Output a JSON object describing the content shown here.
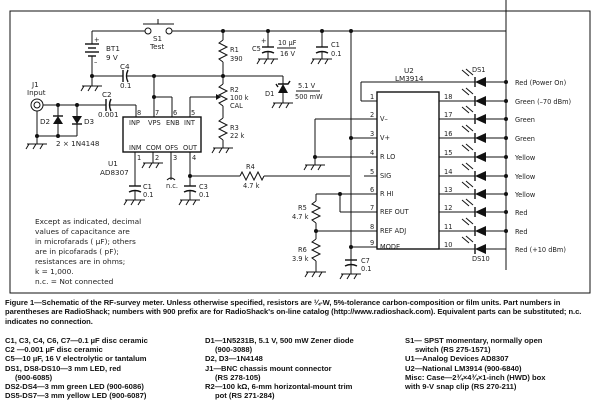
{
  "schematic": {
    "title": "RF-survey meter schematic",
    "components": {
      "J1": {
        "ref": "J1",
        "value": "Input"
      },
      "BT1": {
        "ref": "BT1",
        "value": "9 V"
      },
      "S1": {
        "ref": "S1",
        "value": "Test"
      },
      "R1": {
        "ref": "R1",
        "value": "390"
      },
      "R2": {
        "ref": "R2",
        "value": "100 k",
        "note": "CAL"
      },
      "R3": {
        "ref": "R3",
        "value": "22 k"
      },
      "R4": {
        "ref": "R4",
        "value": "4.7 k"
      },
      "R5": {
        "ref": "R5",
        "value": "4.7 k"
      },
      "R6": {
        "ref": "R6",
        "value": "3.9 k"
      },
      "C1a": {
        "ref": "C1",
        "value": "0.1"
      },
      "C1b": {
        "ref": "C1",
        "value": "0.1"
      },
      "C2": {
        "ref": "C2",
        "value": "0.001"
      },
      "C3": {
        "ref": "C3",
        "value": "0.1"
      },
      "C4": {
        "ref": "C4",
        "value": "0.1"
      },
      "C5": {
        "ref": "C5",
        "value": "10 µF",
        "rating": "16 V"
      },
      "C7": {
        "ref": "C7",
        "value": "0.1"
      },
      "D1": {
        "ref": "D1",
        "value": "5.1 V",
        "rating": "500 mW"
      },
      "D2": {
        "ref": "D2"
      },
      "D3": {
        "ref": "D3"
      },
      "D23": {
        "value": "2 × 1N4148"
      },
      "U1": {
        "ref": "U1",
        "part": "AD8307",
        "pins_top": [
          {
            "num": "8",
            "name": "INP"
          },
          {
            "num": "7",
            "name": "VPS"
          },
          {
            "num": "6",
            "name": "ENB"
          },
          {
            "num": "5",
            "name": "INT"
          }
        ],
        "pins_bottom": [
          {
            "num": "1",
            "name": "INM"
          },
          {
            "num": "2",
            "name": "COM"
          },
          {
            "num": "3",
            "name": "OFS"
          },
          {
            "num": "4",
            "name": "OUT"
          }
        ],
        "nc": "n.c."
      },
      "U2": {
        "ref": "U2",
        "part": "LM3914",
        "pins_left": [
          {
            "num": "1",
            "name": ""
          },
          {
            "num": "2",
            "name": "V–"
          },
          {
            "num": "3",
            "name": "V+"
          },
          {
            "num": "4",
            "name": "R LO"
          },
          {
            "num": "5",
            "name": "SIG"
          },
          {
            "num": "6",
            "name": "R HI"
          },
          {
            "num": "7",
            "name": "REF OUT"
          },
          {
            "num": "8",
            "name": "REF ADJ"
          },
          {
            "num": "9",
            "name": "MODE"
          }
        ],
        "pins_right": [
          "18",
          "17",
          "16",
          "15",
          "14",
          "13",
          "12",
          "11",
          "10"
        ]
      }
    },
    "leds": [
      {
        "ref": "DS1",
        "label": "Red (Power On)"
      },
      {
        "ref": "",
        "label": "Green (–70 dBm)"
      },
      {
        "ref": "",
        "label": "Green"
      },
      {
        "ref": "",
        "label": "Green"
      },
      {
        "ref": "",
        "label": "Yellow"
      },
      {
        "ref": "",
        "label": "Yellow"
      },
      {
        "ref": "",
        "label": "Yellow"
      },
      {
        "ref": "",
        "label": "Red"
      },
      {
        "ref": "",
        "label": "Red"
      },
      {
        "ref": "DS10",
        "label": "Red (+10 dBm)"
      }
    ],
    "note_lines": [
      "Except as indicated, decimal",
      "values of capacitance are",
      "in microfarads ( µF); others",
      "are in picofarads ( pF);",
      "resistances are in ohms;",
      "k = 1,000.",
      "n.c. = Not connected"
    ]
  },
  "caption": "Figure 1—Schematic of the RF-survey meter. Unless otherwise specified, resistors are ¼-W, 5%-tolerance carbon-composition or film units. Part numbers in parentheses are RadioShack; numbers with 900 prefix are for RadioShack's on-line catalog (http://www.radioshack.com). Equivalent parts can be substituted; n.c. indicates no connection.",
  "parts_list": {
    "col1": [
      {
        "text": "C1, C3, C4, C6, C7—0.1 µF disc ceramic",
        "indent": false
      },
      {
        "text": "C2 —0.001 µF disc ceramic",
        "indent": false
      },
      {
        "text": "C5—10 µF, 16 V electrolytic or tantalum",
        "indent": false
      },
      {
        "text": "DS1, DS8-DS10—3 mm LED, red",
        "indent": false
      },
      {
        "text": "(900-6085)",
        "indent": true
      },
      {
        "text": "DS2-DS4—3 mm green LED (900-6086)",
        "indent": false
      },
      {
        "text": "DS5-DS7—3 mm yellow LED (900-6087)",
        "indent": false
      }
    ],
    "col2": [
      {
        "text": "D1—1N5231B, 5.1 V, 500 mW Zener diode",
        "indent": false
      },
      {
        "text": "(900-3088)",
        "indent": true
      },
      {
        "text": "D2, D3—1N4148",
        "indent": false
      },
      {
        "text": "J1—BNC chassis mount connector",
        "indent": false
      },
      {
        "text": "(RS 278-105)",
        "indent": true
      },
      {
        "text": "R2—100 kΩ, 6-mm horizontal-mount trim",
        "indent": false
      },
      {
        "text": "pot (RS 271-284)",
        "indent": true
      }
    ],
    "col3": [
      {
        "text": "S1— SPST momentary, normally open",
        "indent": false
      },
      {
        "text": "switch  (RS 275-1571)",
        "indent": true
      },
      {
        "text": "U1—Analog Devices AD8307",
        "indent": false
      },
      {
        "text": "U2—National LM3914 (900-6840)",
        "indent": false
      },
      {
        "text": "Misc: Case—2¾×4¾×1-inch (HWD) box",
        "indent": false
      },
      {
        "text": "with 9-V snap clip (RS 270-211)",
        "indent": false
      }
    ]
  }
}
